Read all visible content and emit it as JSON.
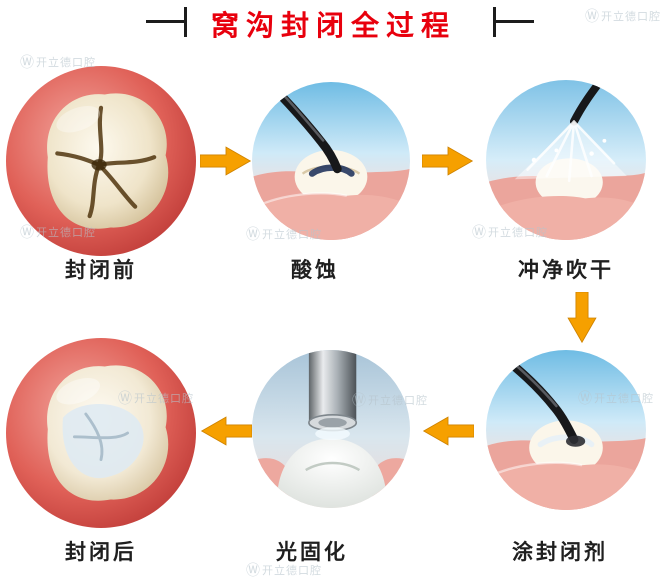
{
  "title": "窝沟封闭全过程",
  "watermark": {
    "logo": "Ⓦ",
    "text": "开立德口腔"
  },
  "steps": [
    {
      "name": "before",
      "label": "封闭前"
    },
    {
      "name": "etch",
      "label": "酸蚀"
    },
    {
      "name": "rinse-dry",
      "label": "冲净吹干"
    },
    {
      "name": "apply-sealant",
      "label": "涂封闭剂"
    },
    {
      "name": "light-cure",
      "label": "光固化"
    },
    {
      "name": "after",
      "label": "封闭后"
    }
  ],
  "colors": {
    "title": "#e8000d",
    "arrow": "#f6a000",
    "label": "#1f1f1f"
  }
}
